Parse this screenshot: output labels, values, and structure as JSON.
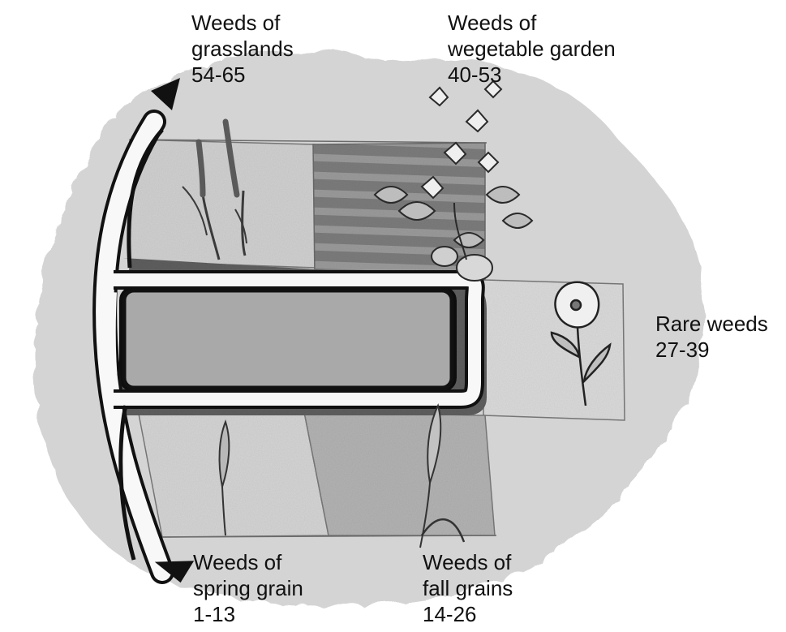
{
  "labels": {
    "grasslands": {
      "title_line1": "Weeds of",
      "title_line2": "grasslands",
      "range": "54-65"
    },
    "vegetable_garden": {
      "title_line1": "Weeds of",
      "title_line2": "wegetable garden",
      "range": "40-53"
    },
    "rare": {
      "title": "Rare weeds",
      "range": "27-39"
    },
    "spring_grain": {
      "title_line1": "Weeds of",
      "title_line2": "spring grain",
      "range": "1-13"
    },
    "fall_grains": {
      "title_line1": "Weeds of",
      "title_line2": "fall grains",
      "range": "14-26"
    }
  },
  "colors": {
    "background_wash": "#c9c9c9",
    "field_light": "#d4d4d4",
    "field_mid": "#a9a9a9",
    "field_dark": "#8a8a8a",
    "band_dark": "#5e5e5e",
    "path_white": "#f7f7f7",
    "ink": "#1a1a1a"
  },
  "icons": {
    "arrow_top": "arrow-up-icon",
    "arrow_bottom": "arrow-up-icon"
  }
}
